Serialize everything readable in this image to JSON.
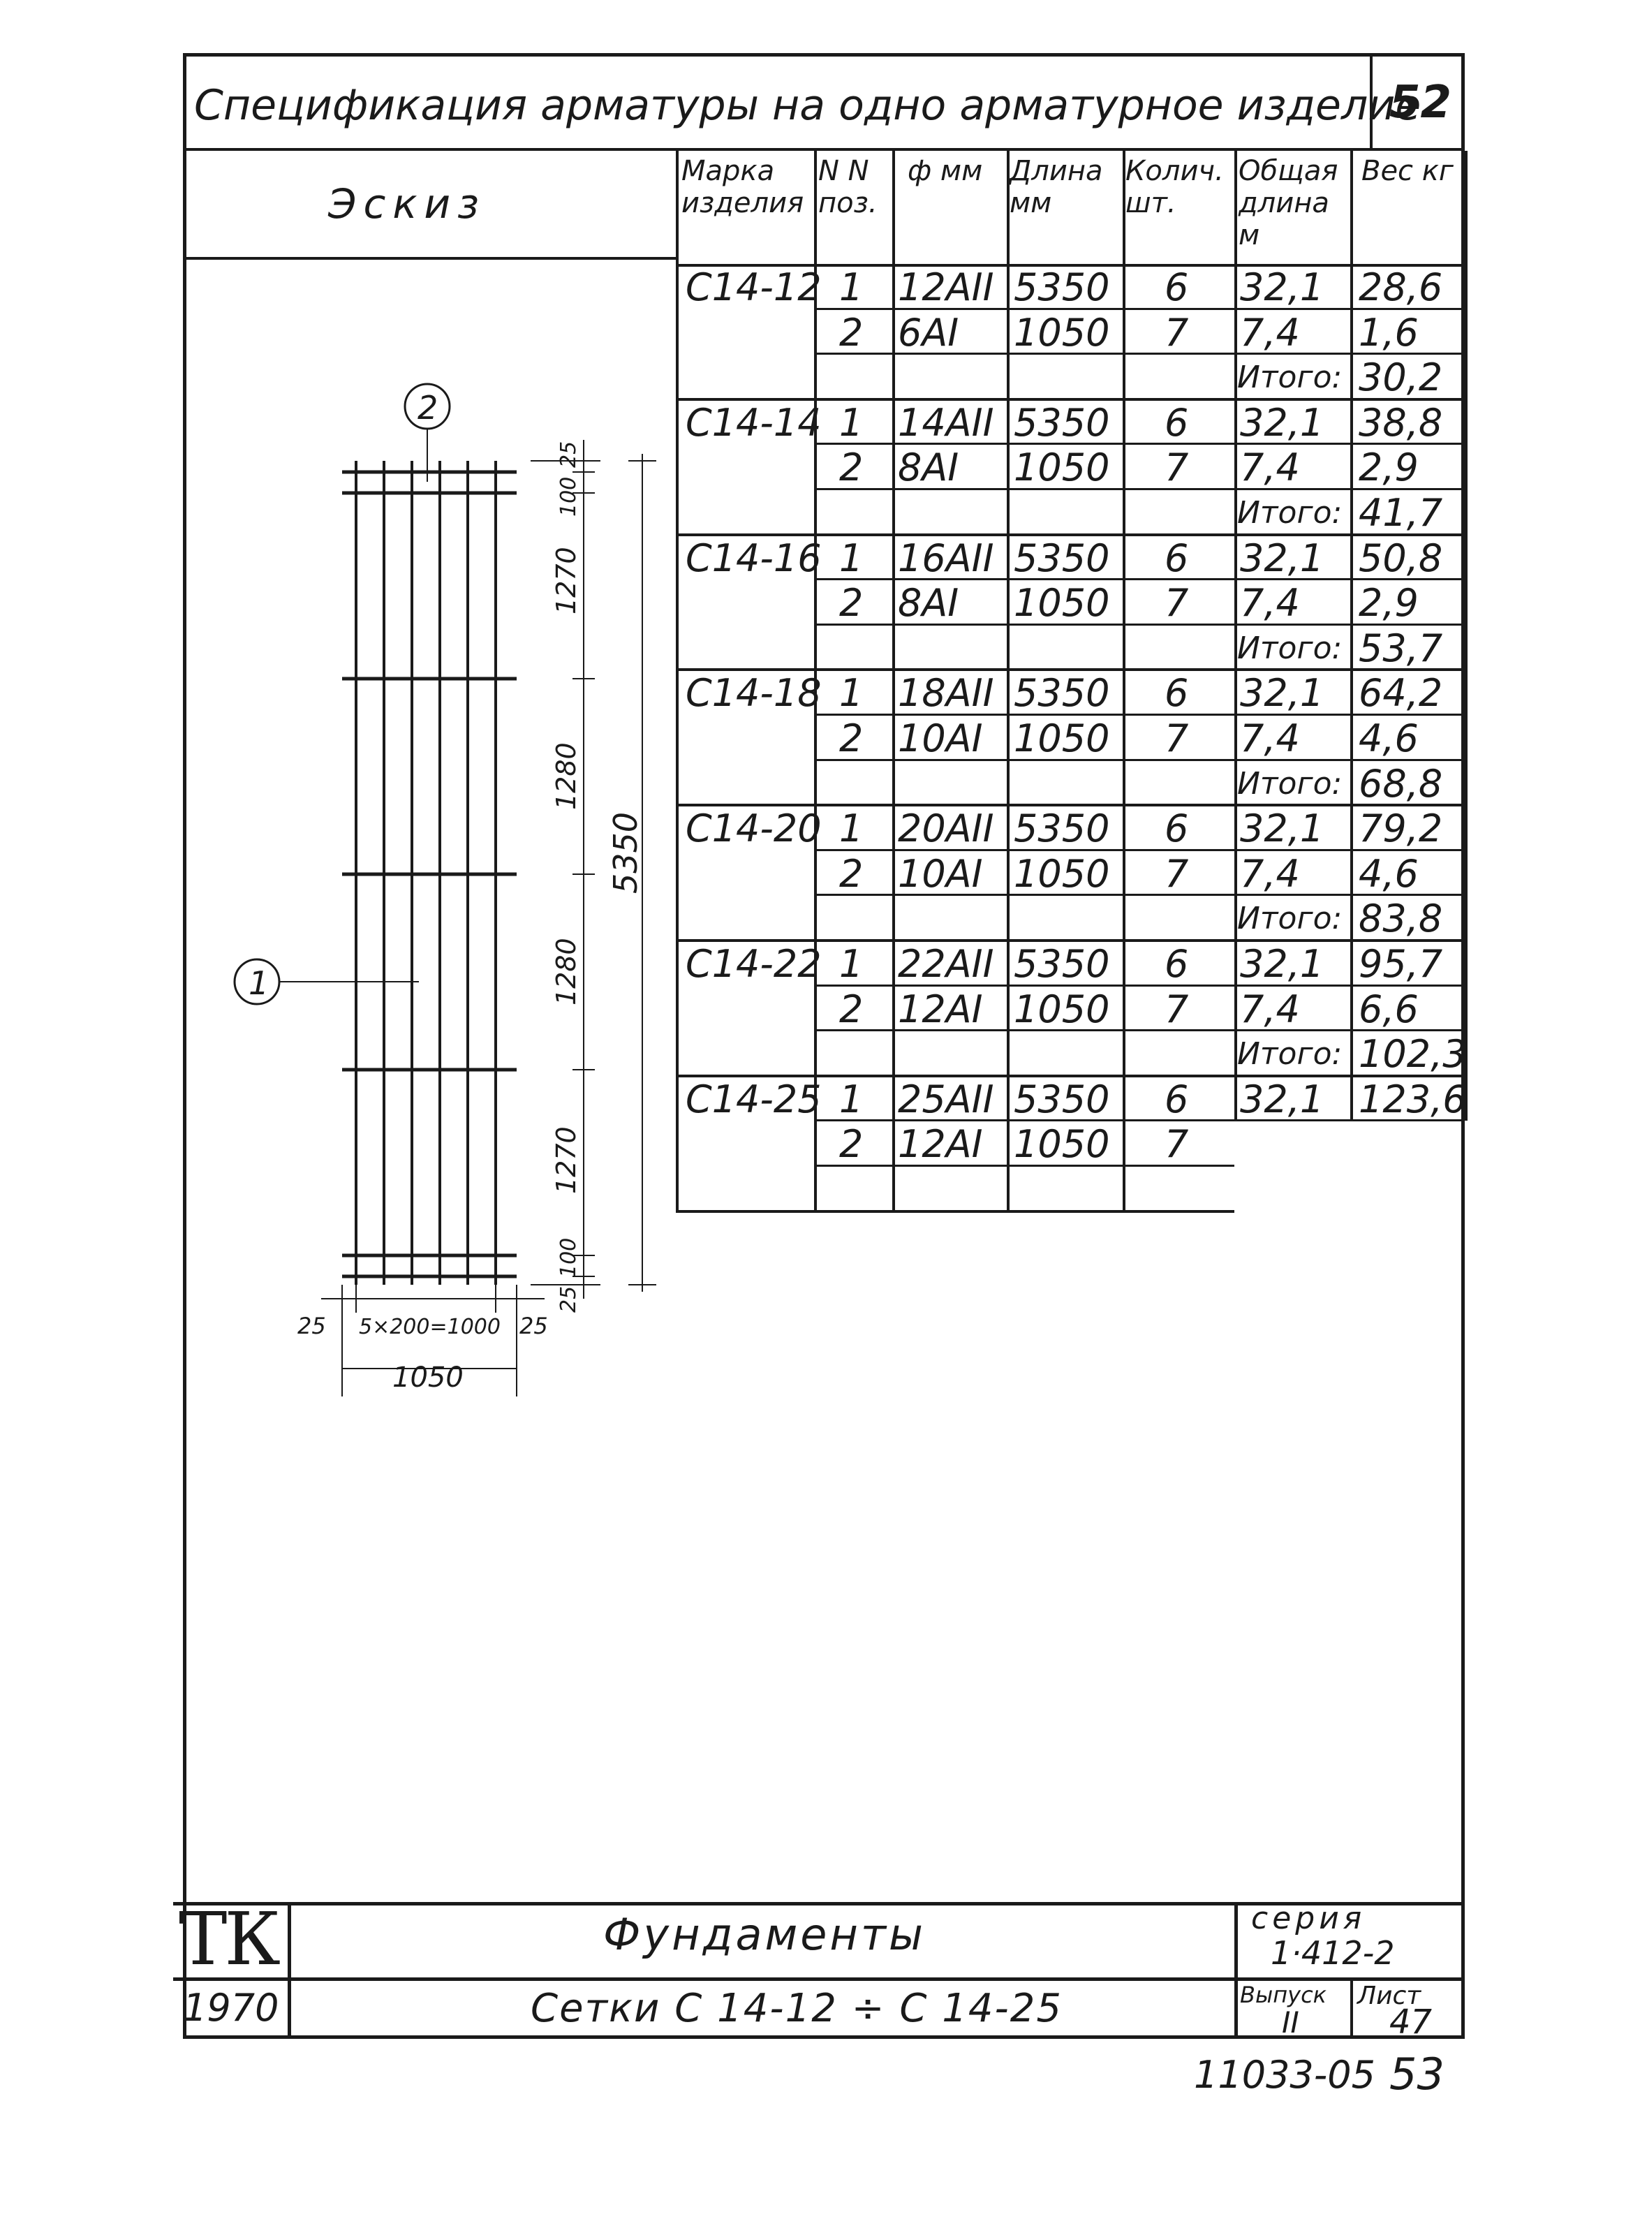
{
  "header": {
    "title": "Спецификация арматуры на одно арматурное изделие",
    "sheet_number": "52"
  },
  "sketch": {
    "label": "Эскиз",
    "callouts": [
      "1",
      "2"
    ],
    "dims_vertical": [
      "25",
      "100",
      "1270",
      "1280",
      "1280",
      "1270",
      "100",
      "25"
    ],
    "dim_total": "5350",
    "dims_horizontal": [
      "25",
      "5×200=1000",
      "25"
    ],
    "dim_width": "1050"
  },
  "table": {
    "headers": [
      "Марка изделия",
      "N N поз.",
      "ф мм",
      "Длина мм",
      "Колич. шт.",
      "Общая длина м",
      "Вес кг"
    ],
    "rows": [
      [
        "С14-12",
        "1",
        "12АII",
        "5350",
        "6",
        "32,1",
        "28,6"
      ],
      [
        "",
        "2",
        "6АI",
        "1050",
        "7",
        "7,4",
        "1,6"
      ],
      [
        "",
        "",
        "",
        "",
        "",
        "Итого:",
        "30,2"
      ],
      [
        "С14-14",
        "1",
        "14АII",
        "5350",
        "6",
        "32,1",
        "38,8"
      ],
      [
        "",
        "2",
        "8АI",
        "1050",
        "7",
        "7,4",
        "2,9"
      ],
      [
        "",
        "",
        "",
        "",
        "",
        "Итого:",
        "41,7"
      ],
      [
        "С14-16",
        "1",
        "16АII",
        "5350",
        "6",
        "32,1",
        "50,8"
      ],
      [
        "",
        "2",
        "8АI",
        "1050",
        "7",
        "7,4",
        "2,9"
      ],
      [
        "",
        "",
        "",
        "",
        "",
        "Итого:",
        "53,7"
      ],
      [
        "С14-18",
        "1",
        "18АII",
        "5350",
        "6",
        "32,1",
        "64,2"
      ],
      [
        "",
        "2",
        "10АI",
        "1050",
        "7",
        "7,4",
        "4,6"
      ],
      [
        "",
        "",
        "",
        "",
        "",
        "Итого:",
        "68,8"
      ],
      [
        "С14-20",
        "1",
        "20АII",
        "5350",
        "6",
        "32,1",
        "79,2"
      ],
      [
        "",
        "2",
        "10АI",
        "1050",
        "7",
        "7,4",
        "4,6"
      ],
      [
        "",
        "",
        "",
        "",
        "",
        "Итого:",
        "83,8"
      ],
      [
        "С14-22",
        "1",
        "22АII",
        "5350",
        "6",
        "32,1",
        "95,7"
      ],
      [
        "",
        "2",
        "12АI",
        "1050",
        "7",
        "7,4",
        "6,6"
      ],
      [
        "",
        "",
        "",
        "",
        "",
        "Итого:",
        "102,3"
      ],
      [
        "С14-25",
        "1",
        "25АII",
        "5350",
        "6",
        "32,1",
        "123,6"
      ],
      [
        "",
        "2",
        "12АI",
        "1050",
        "7",
        "",
        ""
      ],
      [
        "",
        "",
        "",
        "",
        "",
        "",
        ""
      ]
    ]
  },
  "title_block": {
    "logo": "ТК",
    "year": "1970",
    "name": "Фундаменты",
    "subtitle": "Сетки С 14-12 ÷ С 14-25",
    "series_label": "серия",
    "series_value": "1·412-2",
    "issue_label": "Выпуск",
    "issue_value": "II",
    "sheet_label": "Лист",
    "sheet_value": "47"
  },
  "footer": {
    "doc_number": "11033-05",
    "page": "53"
  }
}
